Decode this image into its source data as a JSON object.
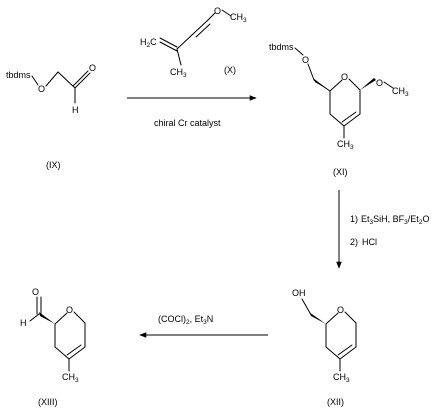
{
  "compounds": {
    "IX": {
      "label": "(IX)",
      "tbdms": "tbdms",
      "O_ether": "O",
      "O_carbonyl": "O",
      "H": "H"
    },
    "X": {
      "label": "(X)",
      "H": "H",
      "sub2": "2",
      "C": "C",
      "O": "O",
      "CH": "CH",
      "sub3": "3"
    },
    "XI": {
      "label": "(XI)",
      "tbdms": "tbdms",
      "O_side": "O",
      "O_ring": "O",
      "O_methoxy": "O",
      "CH": "CH",
      "sub3": "3"
    },
    "XII": {
      "label": "(XII)",
      "OH": "OH",
      "O_ring": "O",
      "CH": "CH",
      "sub3": "3"
    },
    "XIII": {
      "label": "(XIII)",
      "O_carbonyl": "O",
      "H": "H",
      "O_ring": "O",
      "CH": "CH",
      "sub3": "3"
    }
  },
  "reactions": {
    "step1": {
      "reagent": "chiral Cr catalyst"
    },
    "step2": {
      "line1": {
        "n": "1)",
        "a": "Et",
        "a_sub": "3",
        "b": "SiH, BF",
        "b_sub": "3",
        "c": "/Et",
        "c_sub": "2",
        "d": "O"
      },
      "line2": {
        "n": "2)",
        "a": "HCl"
      }
    },
    "step3": {
      "a": "(COCl)",
      "a_sub": "2",
      "b": ", Et",
      "b_sub": "3",
      "c": "N"
    }
  }
}
